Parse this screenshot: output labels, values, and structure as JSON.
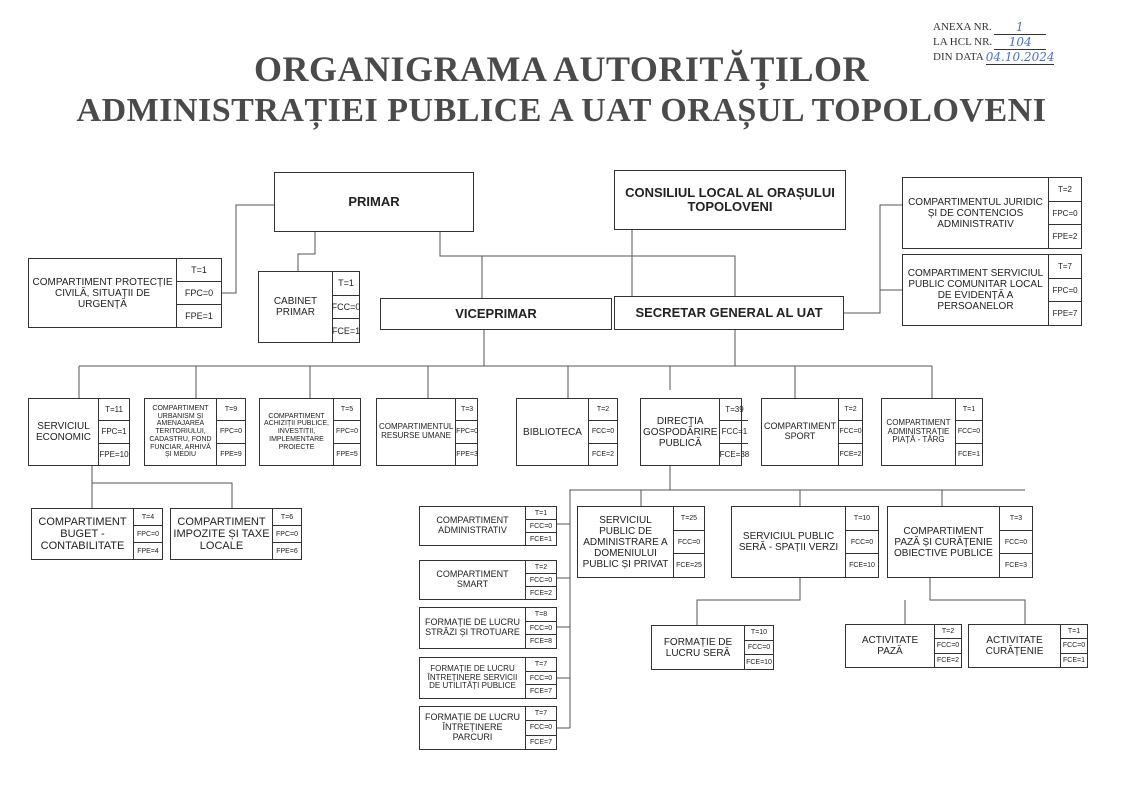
{
  "annex": {
    "anexa_label": "ANEXA NR.",
    "anexa_value": "1",
    "hcl_label": "LA HCL NR.",
    "hcl_value": "104",
    "date_label": "DIN DATA",
    "date_value": "04.10.2024"
  },
  "title": {
    "line1": "ORGANIGRAMA AUTORITĂȚILOR",
    "line2": "ADMINISTRAȚIEI PUBLICE A UAT ORAȘUL TOPOLOVENI"
  },
  "boxes": {
    "primar": "PRIMAR",
    "consiliu": "CONSILIUL LOCAL AL ORAȘULUI TOPOLOVENI",
    "viceprimar": "VICEPRIMAR",
    "secretar": "SECRETAR GENERAL AL UAT",
    "protectie": {
      "name": "COMPARTIMENT PROTECȚIE CIVILĂ, SITUAȚII DE URGENȚĂ",
      "t": "T=1",
      "a": "FPC=0",
      "b": "FPE=1"
    },
    "cabinet": {
      "name": "CABINET PRIMAR",
      "t": "T=1",
      "a": "FCC=0",
      "b": "FCE=1"
    },
    "juridic": {
      "name": "COMPARTIMENTUL JURIDIC ȘI DE CONTENCIOS ADMINISTRATIV",
      "t": "T=2",
      "a": "FPC=0",
      "b": "FPE=2"
    },
    "evidenta": {
      "name": "COMPARTIMENT SERVICIUL PUBLIC COMUNITAR LOCAL DE EVIDENȚĂ A PERSOANELOR",
      "t": "T=7",
      "a": "FPC=0",
      "b": "FPE=7"
    },
    "economic": {
      "name": "SERVICIUL ECONOMIC",
      "t": "T=11",
      "a": "FPC=1",
      "b": "FPE=10"
    },
    "urbanism": {
      "name": "COMPARTIMENT URBANISM ȘI AMENAJAREA TERITORIULUI, CADASTRU, FOND FUNCIAR, ARHIVĂ ȘI MEDIU",
      "t": "T=9",
      "a": "FPC=0",
      "b": "FPE=9"
    },
    "achizitii": {
      "name": "COMPARTIMENT ACHIZIȚII PUBLICE, INVESTIȚII, IMPLEMENTARE PROIECTE",
      "t": "T=5",
      "a": "FPC=0",
      "b": "FPE=5"
    },
    "resurse": {
      "name": "COMPARTIMENTUL RESURSE UMANE",
      "t": "T=3",
      "a": "FPC=0",
      "b": "FPE=3"
    },
    "biblioteca": {
      "name": "BIBLIOTECA",
      "t": "T=2",
      "a": "FCC=0",
      "b": "FCE=2"
    },
    "directia": {
      "name": "DIRECȚIA GOSPODĂRIRE PUBLICĂ",
      "t": "T=39",
      "a": "FCC=1",
      "b": "FCE=38"
    },
    "sport": {
      "name": "COMPARTIMENT SPORT",
      "t": "T=2",
      "a": "FCC=0",
      "b": "FCE=2"
    },
    "piata": {
      "name": "COMPARTIMENT ADMINISTRAȚIE PIAȚĂ - TÂRG",
      "t": "T=1",
      "a": "FCC=0",
      "b": "FCE=1"
    },
    "buget": {
      "name": "COMPARTIMENT BUGET - CONTABILITATE",
      "t": "T=4",
      "a": "FPC=0",
      "b": "FPE=4"
    },
    "impozite": {
      "name": "COMPARTIMENT IMPOZITE ȘI TAXE LOCALE",
      "t": "T=6",
      "a": "FPC=0",
      "b": "FPE=6"
    },
    "administrativ": {
      "name": "COMPARTIMENT ADMINISTRATIV",
      "t": "T=1",
      "a": "FCC=0",
      "b": "FCE=1"
    },
    "smart": {
      "name": "COMPARTIMENT SMART",
      "t": "T=2",
      "a": "FCC=0",
      "b": "FCE=2"
    },
    "strazi": {
      "name": "FORMAȚIE DE LUCRU STRĂZI ȘI TROTUARE",
      "t": "T=8",
      "a": "FCC=0",
      "b": "FCE=8"
    },
    "utilitati": {
      "name": "FORMAȚIE DE LUCRU ÎNTREȚINERE SERVICII DE UTILITĂȚI PUBLICE",
      "t": "T=7",
      "a": "FCC=0",
      "b": "FCE=7"
    },
    "parcuri": {
      "name": "FORMAȚIE DE LUCRU ÎNTREȚINERE PARCURI",
      "t": "T=7",
      "a": "FCC=0",
      "b": "FCE=7"
    },
    "domeniu": {
      "name": "SERVICIUL PUBLIC DE ADMINISTRARE A DOMENIULUI PUBLIC ȘI PRIVAT",
      "t": "T=25",
      "a": "FCC=0",
      "b": "FCE=25"
    },
    "sera": {
      "name": "SERVICIUL PUBLIC SERĂ - SPAȚII VERZI",
      "t": "T=10",
      "a": "FCC=0",
      "b": "FCE=10"
    },
    "paza": {
      "name": "COMPARTIMENT PAZĂ ȘI CURĂȚENIE OBIECTIVE PUBLICE",
      "t": "T=3",
      "a": "FCC=0",
      "b": "FCE=3"
    },
    "lucrusera": {
      "name": "FORMAȚIE DE LUCRU SERĂ",
      "t": "T=10",
      "a": "FCC=0",
      "b": "FCE=10"
    },
    "activpaza": {
      "name": "ACTIVITATE PAZĂ",
      "t": "T=2",
      "a": "FCC=0",
      "b": "FCE=2"
    },
    "activcur": {
      "name": "ACTIVITATE CURĂȚENIE",
      "t": "T=1",
      "a": "FCC=0",
      "b": "FCE=1"
    }
  }
}
